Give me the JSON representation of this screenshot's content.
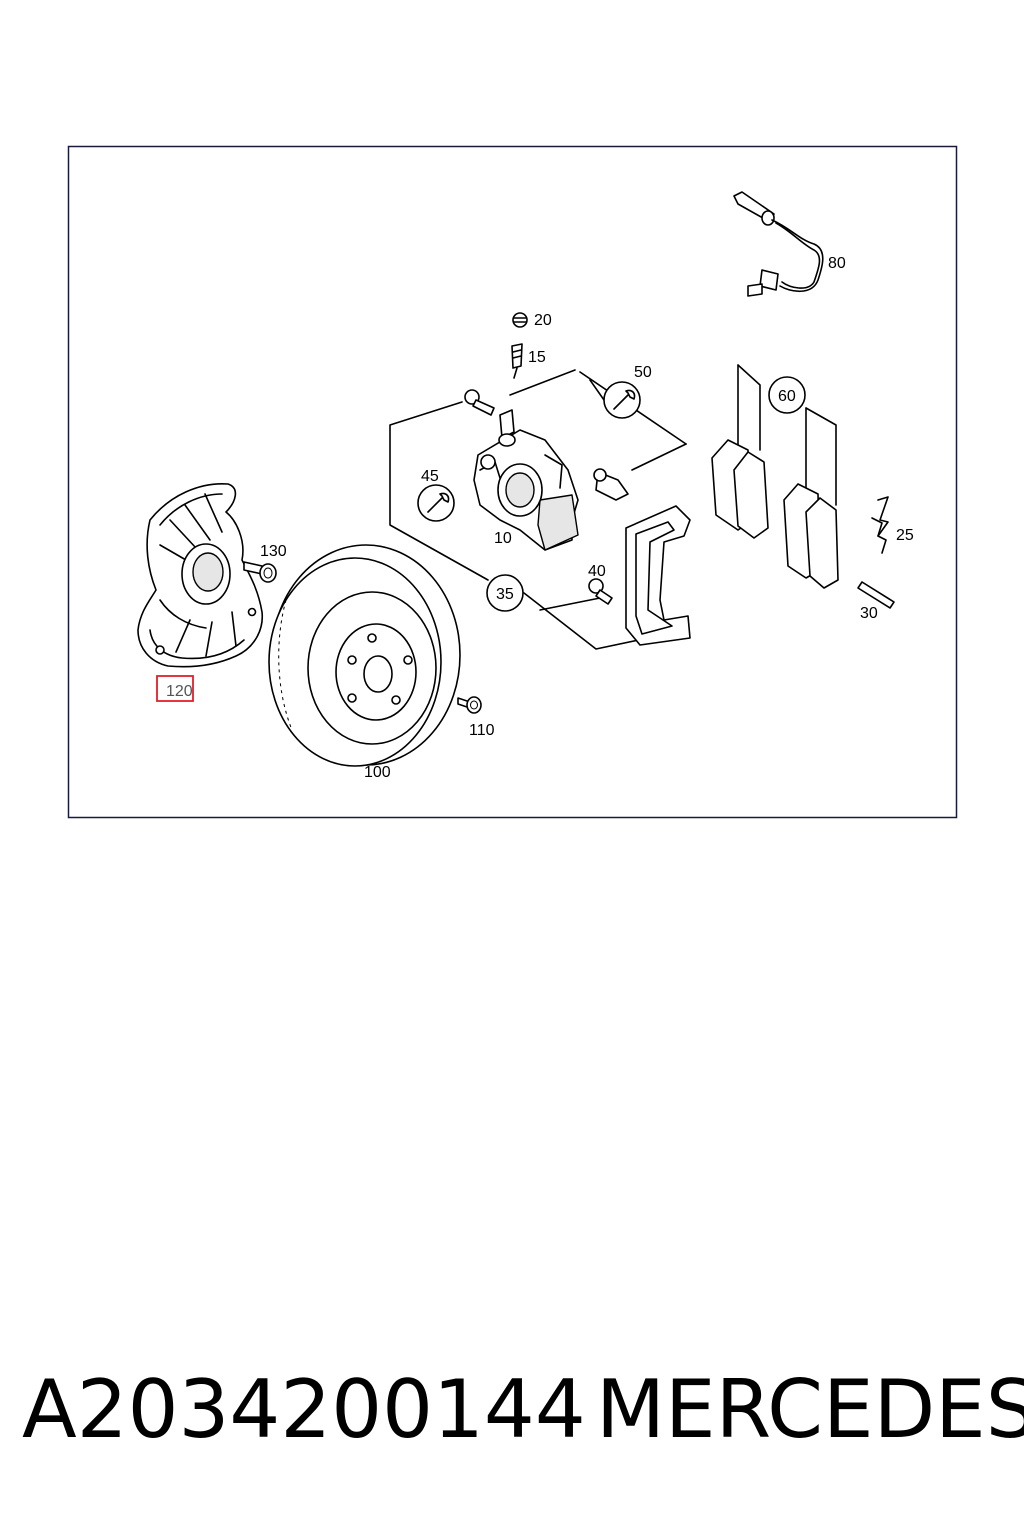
{
  "diagram": {
    "labels": {
      "p10": "10",
      "p15": "15",
      "p20": "20",
      "p25": "25",
      "p30": "30",
      "p35": "35",
      "p40": "40",
      "p45": "45",
      "p50": "50",
      "p60": "60",
      "p80": "80",
      "p100": "100",
      "p110": "110",
      "p120": "120",
      "p130": "130"
    },
    "highlight_color": "#e0202a",
    "frame_color": "#1a1a3a"
  },
  "caption": {
    "part_number": "A2034200144",
    "brand": "MERCEDES"
  }
}
